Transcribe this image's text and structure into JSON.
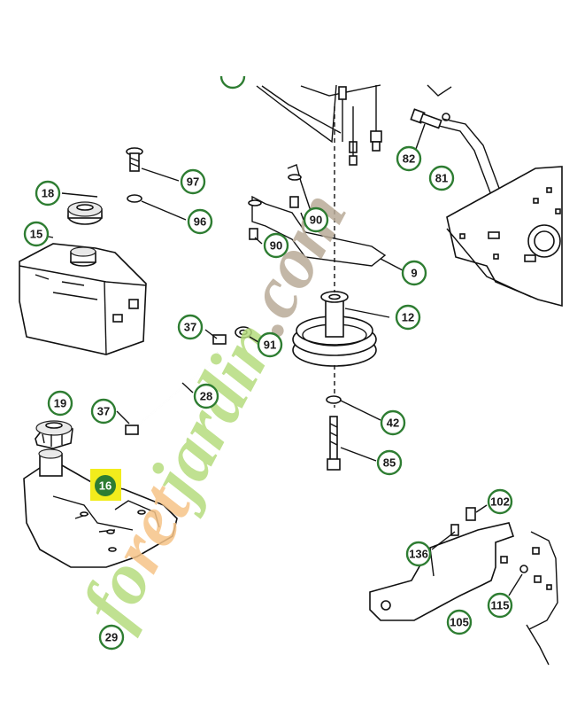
{
  "watermark": {
    "part1": "fo",
    "part2": "ret",
    "part3": "jardin",
    "part4": ".com",
    "colors": {
      "green": "#b6dc7e",
      "orange": "#f6c488",
      "brown": "#b9ab98"
    }
  },
  "highlight": {
    "label": "16",
    "bg": "#f2ec1c",
    "circle": "#2e7d32"
  },
  "callouts": {
    "c18": "18",
    "c15": "15",
    "c97": "97",
    "c96": "96",
    "c90a": "90",
    "c90b": "90",
    "c9": "9",
    "c82": "82",
    "c81": "81",
    "c12": "12",
    "c37a": "37",
    "c91": "91",
    "c28": "28",
    "c37b": "37",
    "c19": "19",
    "c42": "42",
    "c85": "85",
    "c102": "102",
    "c136": "136",
    "c115": "115",
    "c105": "105",
    "c29": "29"
  }
}
